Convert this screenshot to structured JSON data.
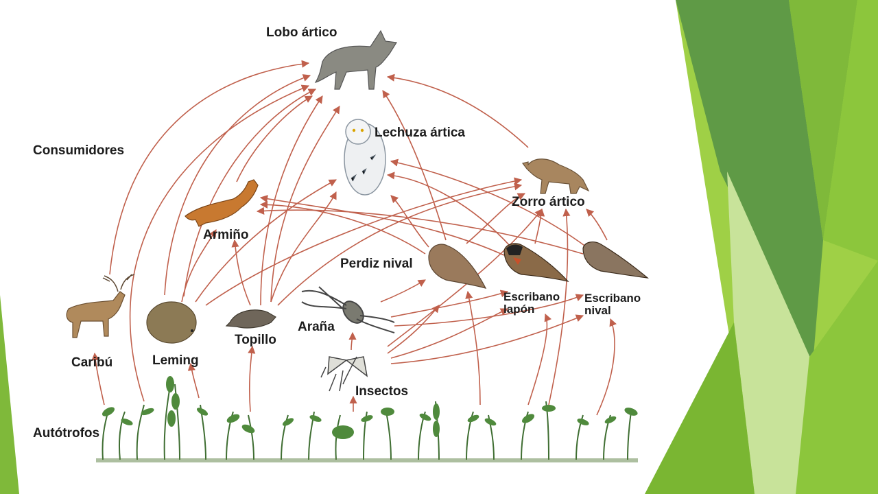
{
  "diagram": {
    "nodes": [
      {
        "id": "lobo",
        "label": "Lobo ártico",
        "icon": "wolf-icon"
      },
      {
        "id": "lechuza",
        "label": "Lechuza ártica",
        "icon": "owl-icon"
      },
      {
        "id": "zorro",
        "label": "Zorro ártico",
        "icon": "fox-icon"
      },
      {
        "id": "armino",
        "label": "Armiño",
        "icon": "stoat-icon"
      },
      {
        "id": "perdiz",
        "label": "Perdiz nival",
        "icon": "ptarmigan-icon"
      },
      {
        "id": "lapon",
        "label": "Escribano lapón",
        "icon": "bunting-icon"
      },
      {
        "id": "nival",
        "label": "Escribano nival",
        "icon": "bunting-icon"
      },
      {
        "id": "arana",
        "label": "Araña",
        "icon": "spider-icon"
      },
      {
        "id": "insectos",
        "label": "Insectos",
        "icon": "insect-icon"
      },
      {
        "id": "caribu",
        "label": "Caribú",
        "icon": "caribou-icon"
      },
      {
        "id": "leming",
        "label": "Leming",
        "icon": "lemming-icon"
      },
      {
        "id": "topillo",
        "label": "Topillo",
        "icon": "vole-icon"
      }
    ],
    "levels": {
      "consumidores": "Consumidores",
      "autotrofos": "Autótrofos"
    },
    "edges": [
      [
        "plants",
        "caribu"
      ],
      [
        "plants",
        "leming"
      ],
      [
        "plants",
        "topillo"
      ],
      [
        "plants",
        "insectos"
      ],
      [
        "plants",
        "perdiz"
      ],
      [
        "plants",
        "lapon"
      ],
      [
        "plants",
        "nival"
      ],
      [
        "plants",
        "zorro"
      ],
      [
        "plants",
        "lobo"
      ],
      [
        "caribu",
        "lobo"
      ],
      [
        "leming",
        "lobo"
      ],
      [
        "leming",
        "lechuza"
      ],
      [
        "leming",
        "armino"
      ],
      [
        "leming",
        "zorro"
      ],
      [
        "topillo",
        "lobo"
      ],
      [
        "topillo",
        "lechuza"
      ],
      [
        "topillo",
        "armino"
      ],
      [
        "topillo",
        "zorro"
      ],
      [
        "insectos",
        "arana"
      ],
      [
        "insectos",
        "perdiz"
      ],
      [
        "insectos",
        "lapon"
      ],
      [
        "insectos",
        "nival"
      ],
      [
        "arana",
        "perdiz"
      ],
      [
        "arana",
        "lapon"
      ],
      [
        "arana",
        "nival"
      ],
      [
        "perdiz",
        "lobo"
      ],
      [
        "perdiz",
        "lechuza"
      ],
      [
        "perdiz",
        "armino"
      ],
      [
        "perdiz",
        "zorro"
      ],
      [
        "lapon",
        "lechuza"
      ],
      [
        "lapon",
        "armino"
      ],
      [
        "lapon",
        "zorro"
      ],
      [
        "nival",
        "lechuza"
      ],
      [
        "nival",
        "armino"
      ],
      [
        "nival",
        "zorro"
      ],
      [
        "armino",
        "lobo"
      ],
      [
        "zorro",
        "lobo"
      ],
      [
        "lechuza",
        "lobo"
      ]
    ],
    "colors": {
      "arrow": "#c0604c",
      "plant": "#4a7a3a",
      "green_light": "#9fd046",
      "green_mid": "#7aba2c",
      "green_dark": "#5c8d3a"
    }
  }
}
